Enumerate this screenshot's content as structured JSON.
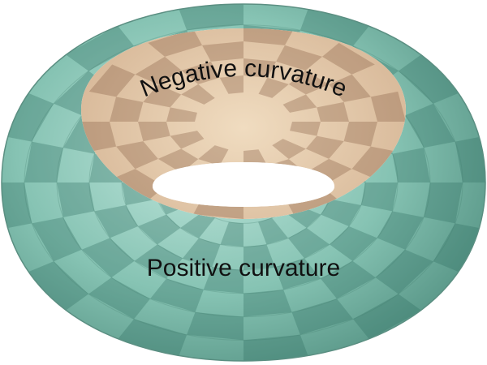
{
  "labels": {
    "inner": "Negative curvature",
    "outer": "Positive curvature"
  },
  "colors": {
    "outer_light": "#9fd3c6",
    "outer_dark": "#5f9f8f",
    "inner_light": "#e8cfae",
    "inner_dark": "#b58f72",
    "background": "#ffffff"
  },
  "figure": {
    "shape": "torus",
    "pattern": "checkerboard"
  }
}
